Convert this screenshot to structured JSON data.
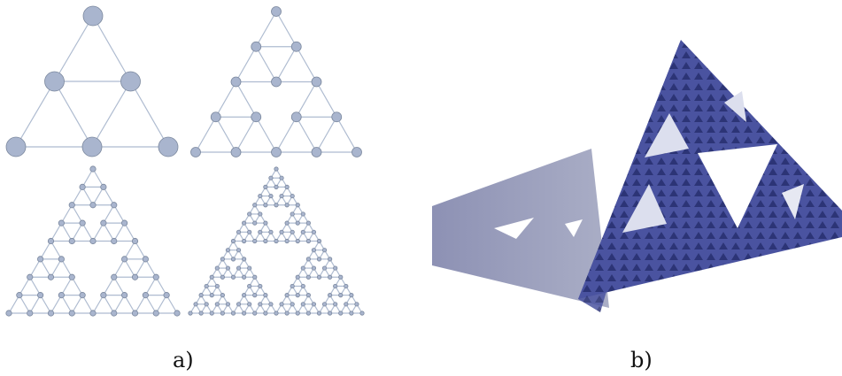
{
  "captions": {
    "a": "a)",
    "b": "b)"
  },
  "graph": {
    "levels": [
      1,
      2,
      3,
      4
    ],
    "node_fill": "#a9b5ce",
    "node_stroke": "#7b889e",
    "edge_color": "#aebbd0"
  },
  "pyramid": {
    "fill": "#4a53a0",
    "dark": "#2c3476",
    "shadow": "#9ea1bb",
    "background": "#ffffff"
  }
}
